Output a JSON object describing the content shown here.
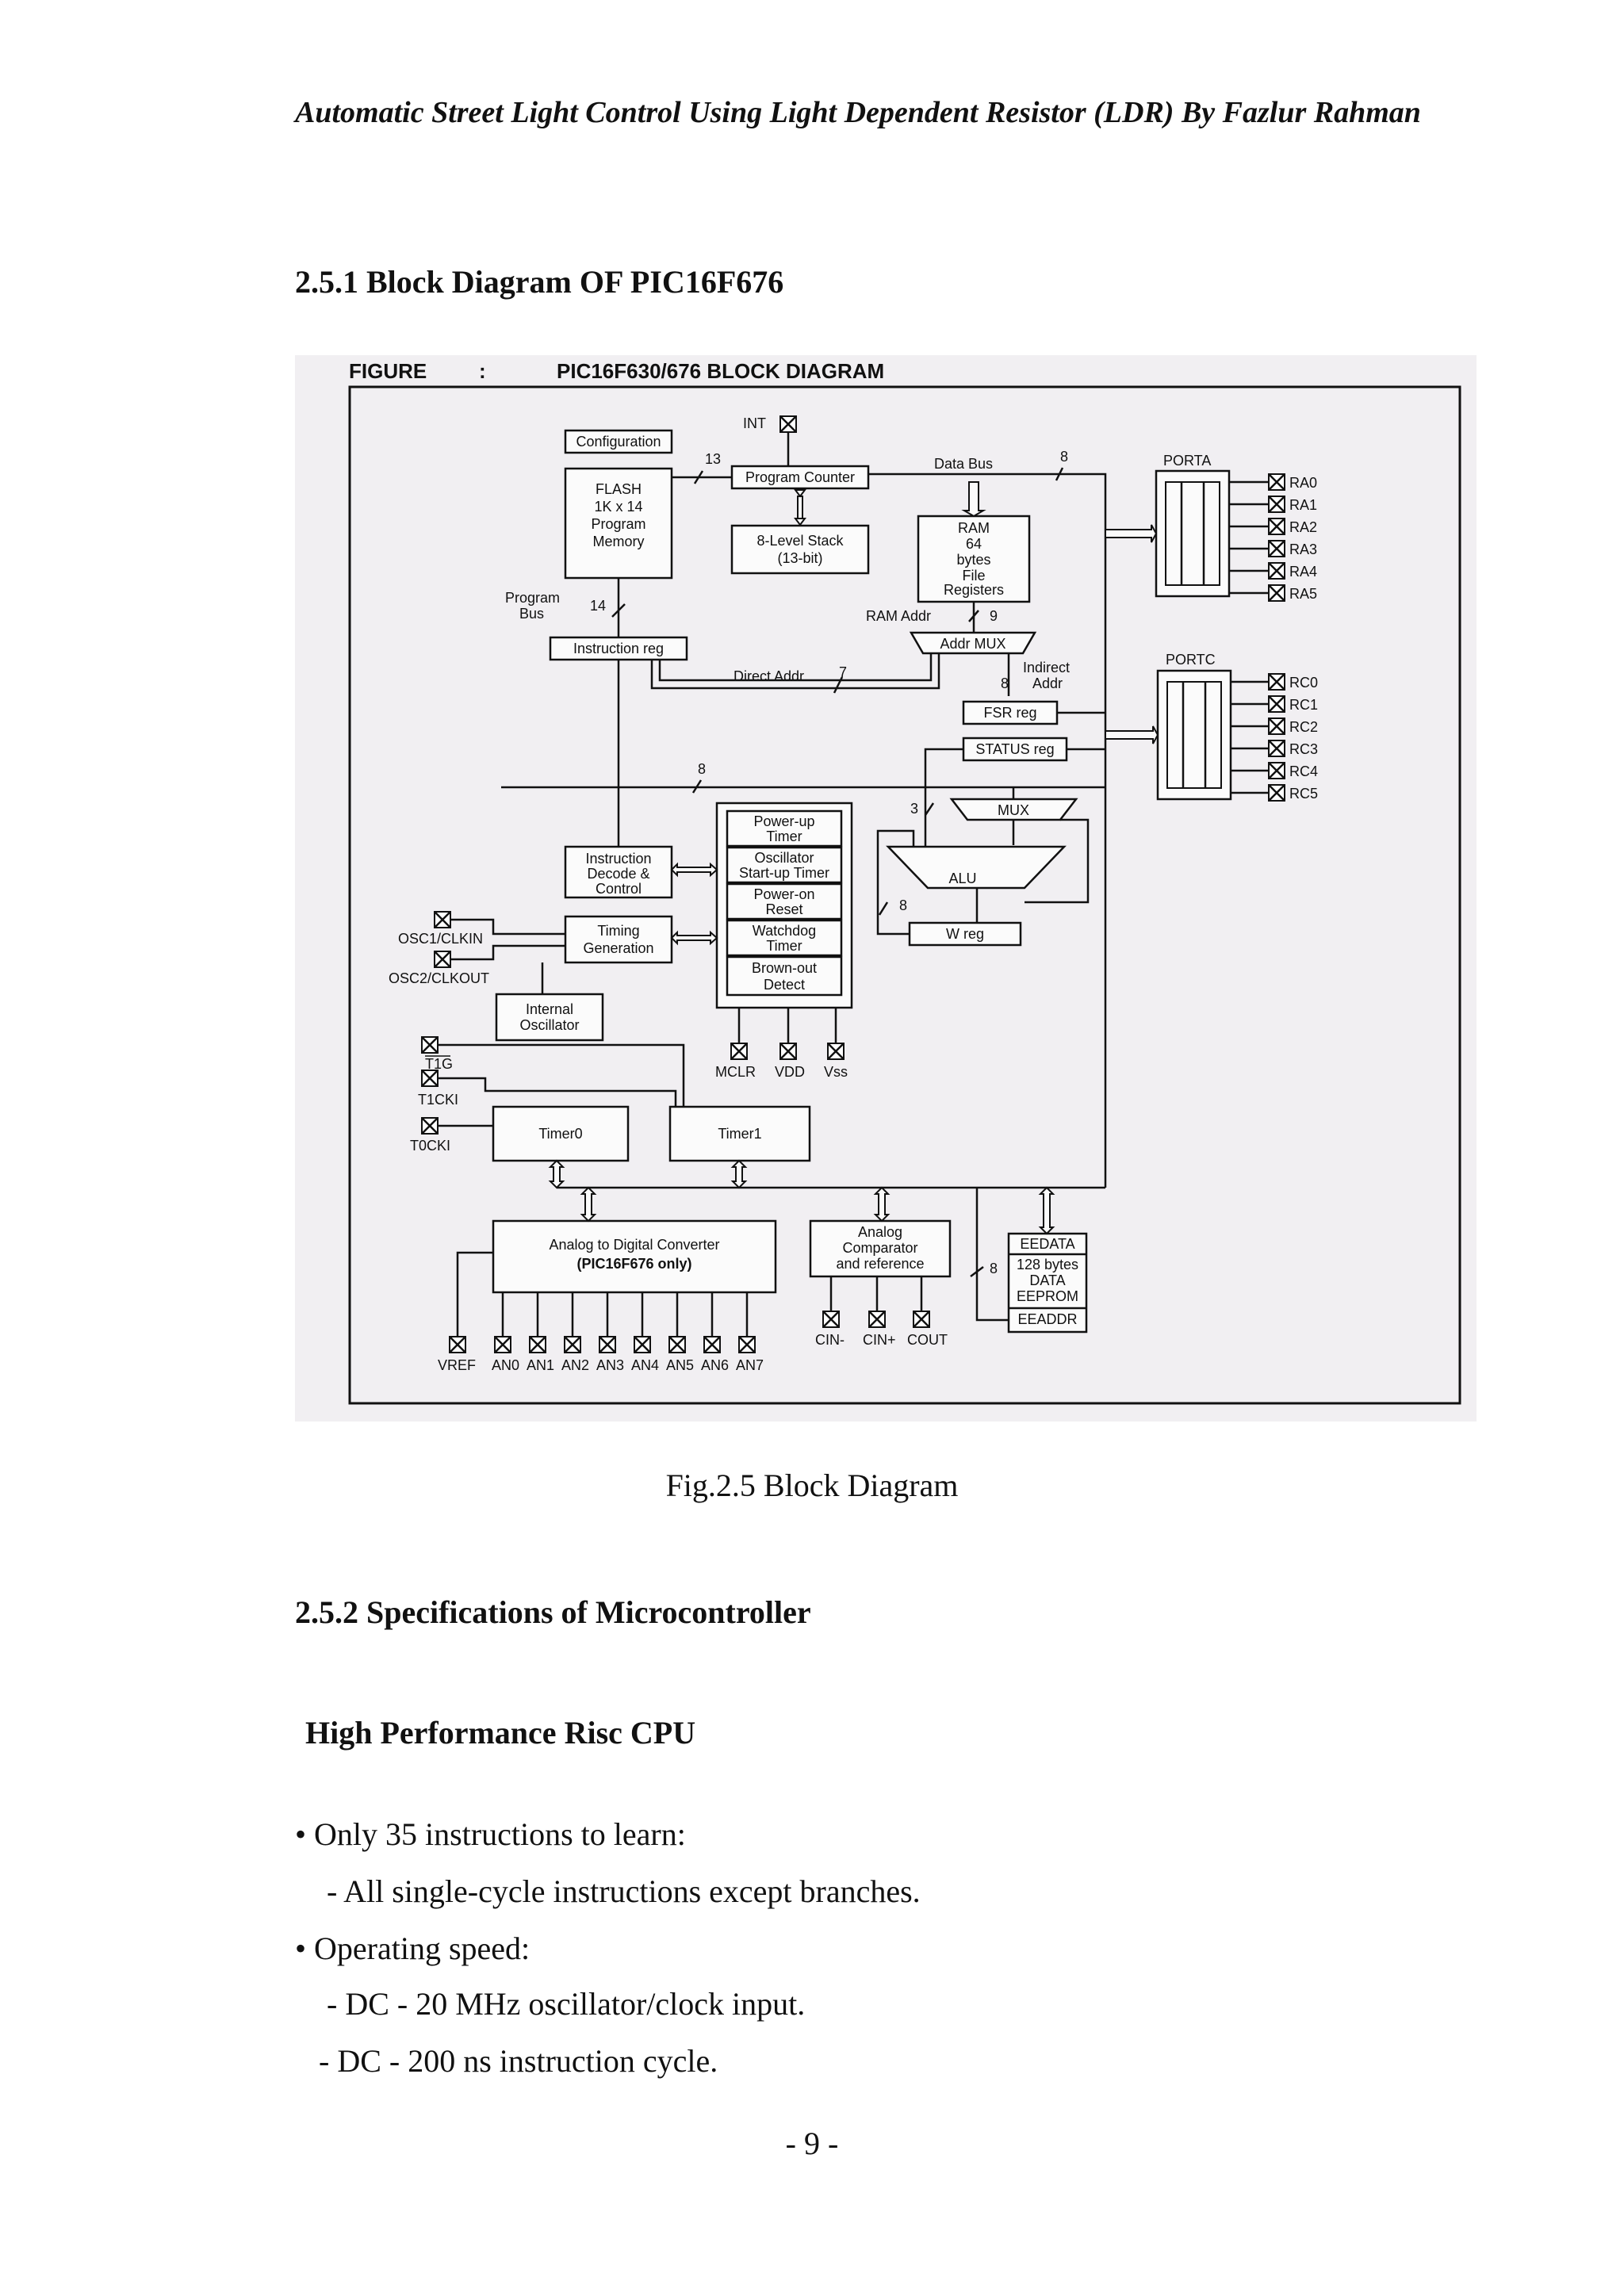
{
  "header": "Automatic Street Light Control Using Light Dependent Resistor (LDR) By Fazlur Rahman",
  "section1_title": "2.5.1 Block Diagram OF PIC16F676",
  "figure": {
    "label": "FIGURE",
    "colon": ":",
    "title": "PIC16F630/676 BLOCK DIAGRAM",
    "configuration": "Configuration",
    "flash": [
      "FLASH",
      "1K x 14",
      "Program",
      "Memory"
    ],
    "int": "INT",
    "program_counter": "Program Counter",
    "n13": "13",
    "data_bus": "Data Bus",
    "n8": "8",
    "stack": [
      "8-Level Stack",
      "(13-bit)"
    ],
    "ram": [
      "RAM",
      "64",
      "bytes",
      "File",
      "Registers"
    ],
    "program_bus": [
      "Program",
      "Bus"
    ],
    "n14": "14",
    "ram_addr": "RAM Addr",
    "n9": "9",
    "addr_mux": "Addr MUX",
    "instruction_reg": "Instruction reg",
    "direct_addr": "Direct Addr",
    "n7": "7",
    "indirect_addr": [
      "Indirect",
      "Addr"
    ],
    "fsr_reg": "FSR reg",
    "status_reg": "STATUS reg",
    "mux": "MUX",
    "n3": "3",
    "alu": "ALU",
    "w_reg": "W reg",
    "porta": "PORTA",
    "porta_pins": [
      "RA0",
      "RA1",
      "RA2",
      "RA3",
      "RA4",
      "RA5"
    ],
    "portc": "PORTC",
    "portc_pins": [
      "RC0",
      "RC1",
      "RC2",
      "RC3",
      "RC4",
      "RC5"
    ],
    "instruction_decode": [
      "Instruction",
      "Decode &",
      "Control"
    ],
    "timing_gen": [
      "Timing",
      "Generation"
    ],
    "osc1": "OSC1/CLKIN",
    "osc2": "OSC2/CLKOUT",
    "internal_osc": [
      "Internal",
      "Oscillator"
    ],
    "sys_blocks": [
      [
        "Power-up",
        "Timer"
      ],
      [
        "Oscillator",
        "Start-up Timer"
      ],
      [
        "Power-on",
        "Reset"
      ],
      [
        "Watchdog",
        "Timer"
      ],
      [
        "Brown-out",
        "Detect"
      ]
    ],
    "mclr": "MCLR",
    "vdd": "VDD",
    "vss": "Vss",
    "t1g": "T1G",
    "t1cki": "T1CKI",
    "t0cki": "T0CKI",
    "timer0": "Timer0",
    "timer1": "Timer1",
    "adc": [
      "Analog to Digital Converter",
      "(PIC16F676 only)"
    ],
    "comparator": [
      "Analog",
      "Comparator",
      "and reference"
    ],
    "eedata": "EEDATA",
    "eeprom": [
      "128 bytes",
      "DATA",
      "EEPROM"
    ],
    "eeaddr": "EEADDR",
    "vref": "VREF",
    "an_pins": [
      "AN0",
      "AN1",
      "AN2",
      "AN3",
      "AN4",
      "AN5",
      "AN6",
      "AN7"
    ],
    "cmp_pins": [
      "CIN-",
      "CIN+",
      "COUT"
    ]
  },
  "caption": "Fig.2.5 Block Diagram",
  "section2_title": "2.5.2 Specifications of Microcontroller",
  "subheading": "High Performance Risc CPU",
  "lines": [
    "• Only 35 instructions to learn:",
    "    - All single-cycle instructions except branches.",
    "• Operating speed:",
    "    - DC - 20 MHz oscillator/clock input.",
    "   - DC - 200 ns instruction cycle."
  ],
  "page_number": "- 9 -"
}
